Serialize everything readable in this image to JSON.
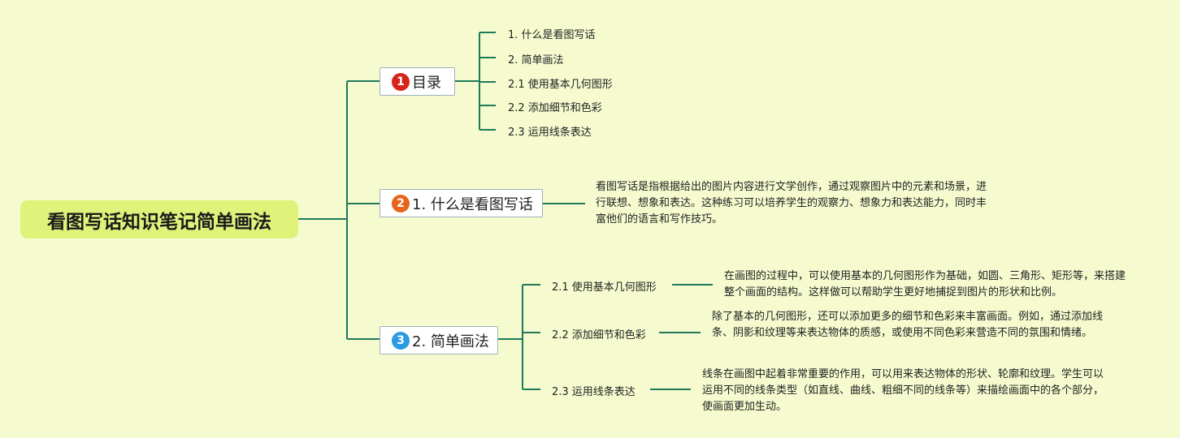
{
  "root": {
    "title": "看图写话知识笔记简单画法"
  },
  "branches": [
    {
      "number": "1",
      "label": "目录",
      "badge_color": "#d7231a"
    },
    {
      "number": "2",
      "label": "1. 什么是看图写话",
      "badge_color": "#e8661c"
    },
    {
      "number": "3",
      "label": "2. 简单画法",
      "badge_color": "#2a9be0"
    }
  ],
  "toc": {
    "items": [
      "1. 什么是看图写话",
      "2. 简单画法",
      "2.1 使用基本几何图形",
      "2.2 添加细节和色彩",
      "2.3 运用线条表达"
    ]
  },
  "what_is": {
    "text": "看图写话是指根据给出的图片内容进行文学创作，通过观察图片中的元素和场景，进行联想、想象和表达。这种练习可以培养学生的观察力、想象力和表达能力，同时丰富他们的语言和写作技巧。"
  },
  "methods": [
    {
      "label": "2.1 使用基本几何图形",
      "text": "在画图的过程中，可以使用基本的几何图形作为基础，如圆、三角形、矩形等，来搭建整个画面的结构。这样做可以帮助学生更好地捕捉到图片的形状和比例。"
    },
    {
      "label": "2.2 添加细节和色彩",
      "text": "除了基本的几何图形，还可以添加更多的细节和色彩来丰富画面。例如，通过添加线条、阴影和纹理等来表达物体的质感，或使用不同色彩来营造不同的氛围和情绪。"
    },
    {
      "label": "2.3 运用线条表达",
      "text": "线条在画图中起着非常重要的作用，可以用来表达物体的形状、轮廓和纹理。学生可以运用不同的线条类型（如直线、曲线、粗细不同的线条等）来描绘画面中的各个部分，使画面更加生动。"
    }
  ],
  "colors": {
    "background": "#f6fbcf",
    "connector": "#1f7a5a",
    "root_fill": "#dff27a"
  }
}
